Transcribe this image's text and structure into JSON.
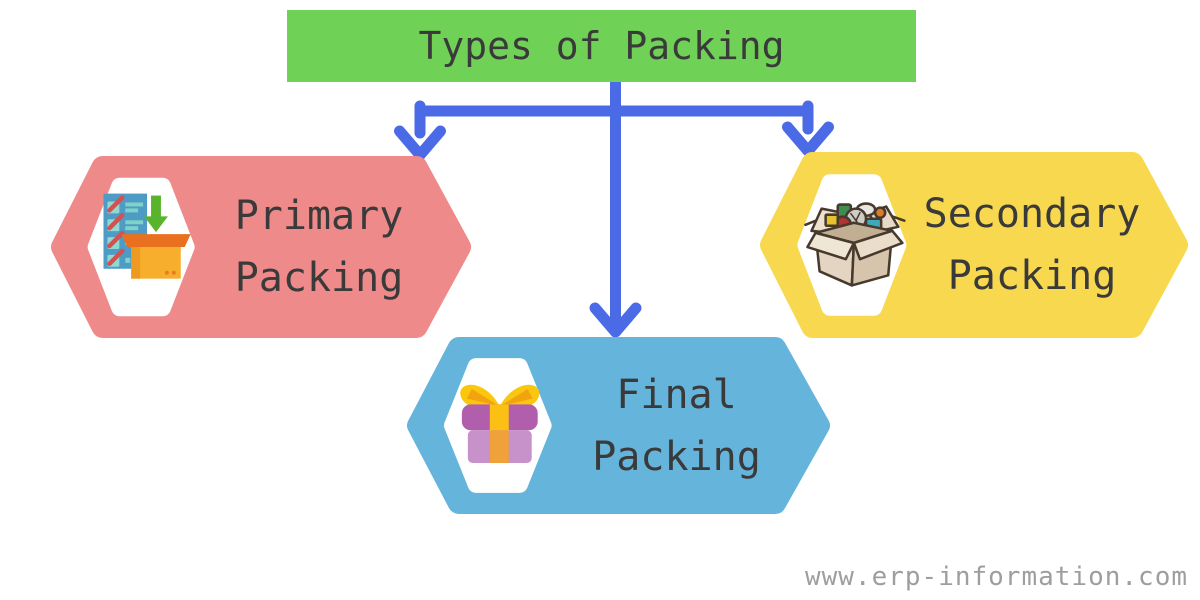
{
  "title": {
    "label": "Types of Packing"
  },
  "diagram": {
    "connector_color": "#4a6ae6",
    "nodes": [
      {
        "id": "primary-packing",
        "label_line1": "Primary",
        "label_line2": "Packing",
        "fill": "#ef8a8a",
        "icon": "checklist-arrow-box-icon"
      },
      {
        "id": "secondary-packing",
        "label_line1": "Secondary",
        "label_line2": "Packing",
        "fill": "#f7d84e",
        "icon": "open-carton-box-icon"
      },
      {
        "id": "final-packing",
        "label_line1": "Final",
        "label_line2": "Packing",
        "fill": "#65b4db",
        "icon": "gift-box-icon"
      }
    ]
  },
  "colors": {
    "background": "#ffffff",
    "title_bg": "#70d157",
    "text": "#3a3a3a",
    "connector": "#4a6ae6",
    "icon_bg": "#ffffff",
    "watermark": "#9e9e9e"
  },
  "watermark": {
    "label": "www.erp-information.com"
  }
}
